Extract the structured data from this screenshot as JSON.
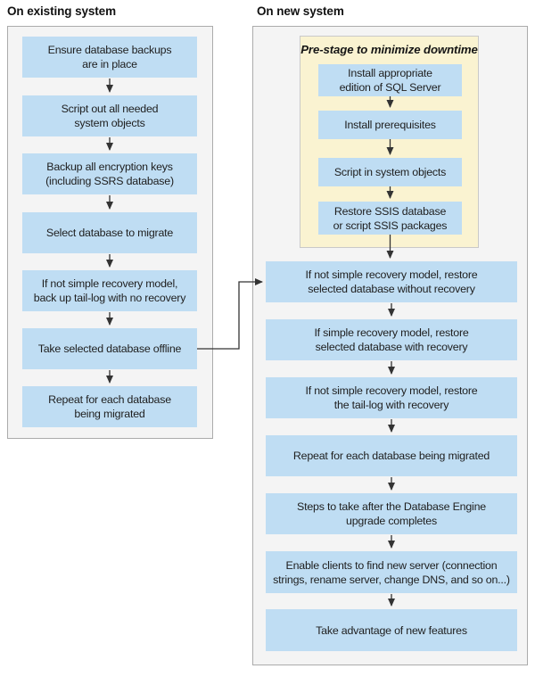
{
  "colors": {
    "box_blue": "#bfddf3",
    "prestage_yellow": "#faf3d1",
    "panel_gray": "#f4f4f4",
    "panel_border": "#ababab",
    "arrow": "#333333",
    "text": "#1e1e1e"
  },
  "headings": {
    "existing": "On existing system",
    "new": "On new system"
  },
  "existing_system": {
    "steps": [
      "Ensure database backups\nare in place",
      "Script out all needed\nsystem objects",
      "Backup all encryption keys\n(including SSRS database)",
      "Select database to migrate",
      "If not simple recovery model,\nback up tail-log with no recovery",
      "Take selected database offline",
      "Repeat for each database\nbeing migrated"
    ]
  },
  "new_system": {
    "prestage": {
      "title": "Pre-stage to minimize downtime",
      "steps": [
        "Install appropriate\nedition of SQL Server",
        "Install prerequisites",
        "Script in system objects",
        "Restore SSIS database\nor script SSIS packages"
      ]
    },
    "steps": [
      "If not simple recovery model, restore\nselected database without recovery",
      "If simple recovery model, restore\nselected database with recovery",
      "If not simple recovery model, restore\nthe tail-log with recovery",
      "Repeat for each database being migrated",
      "Steps to take after the Database Engine\nupgrade completes",
      "Enable clients to find new server (connection\nstrings, rename server, change DNS, and so on...)",
      "Take advantage of new features"
    ]
  }
}
